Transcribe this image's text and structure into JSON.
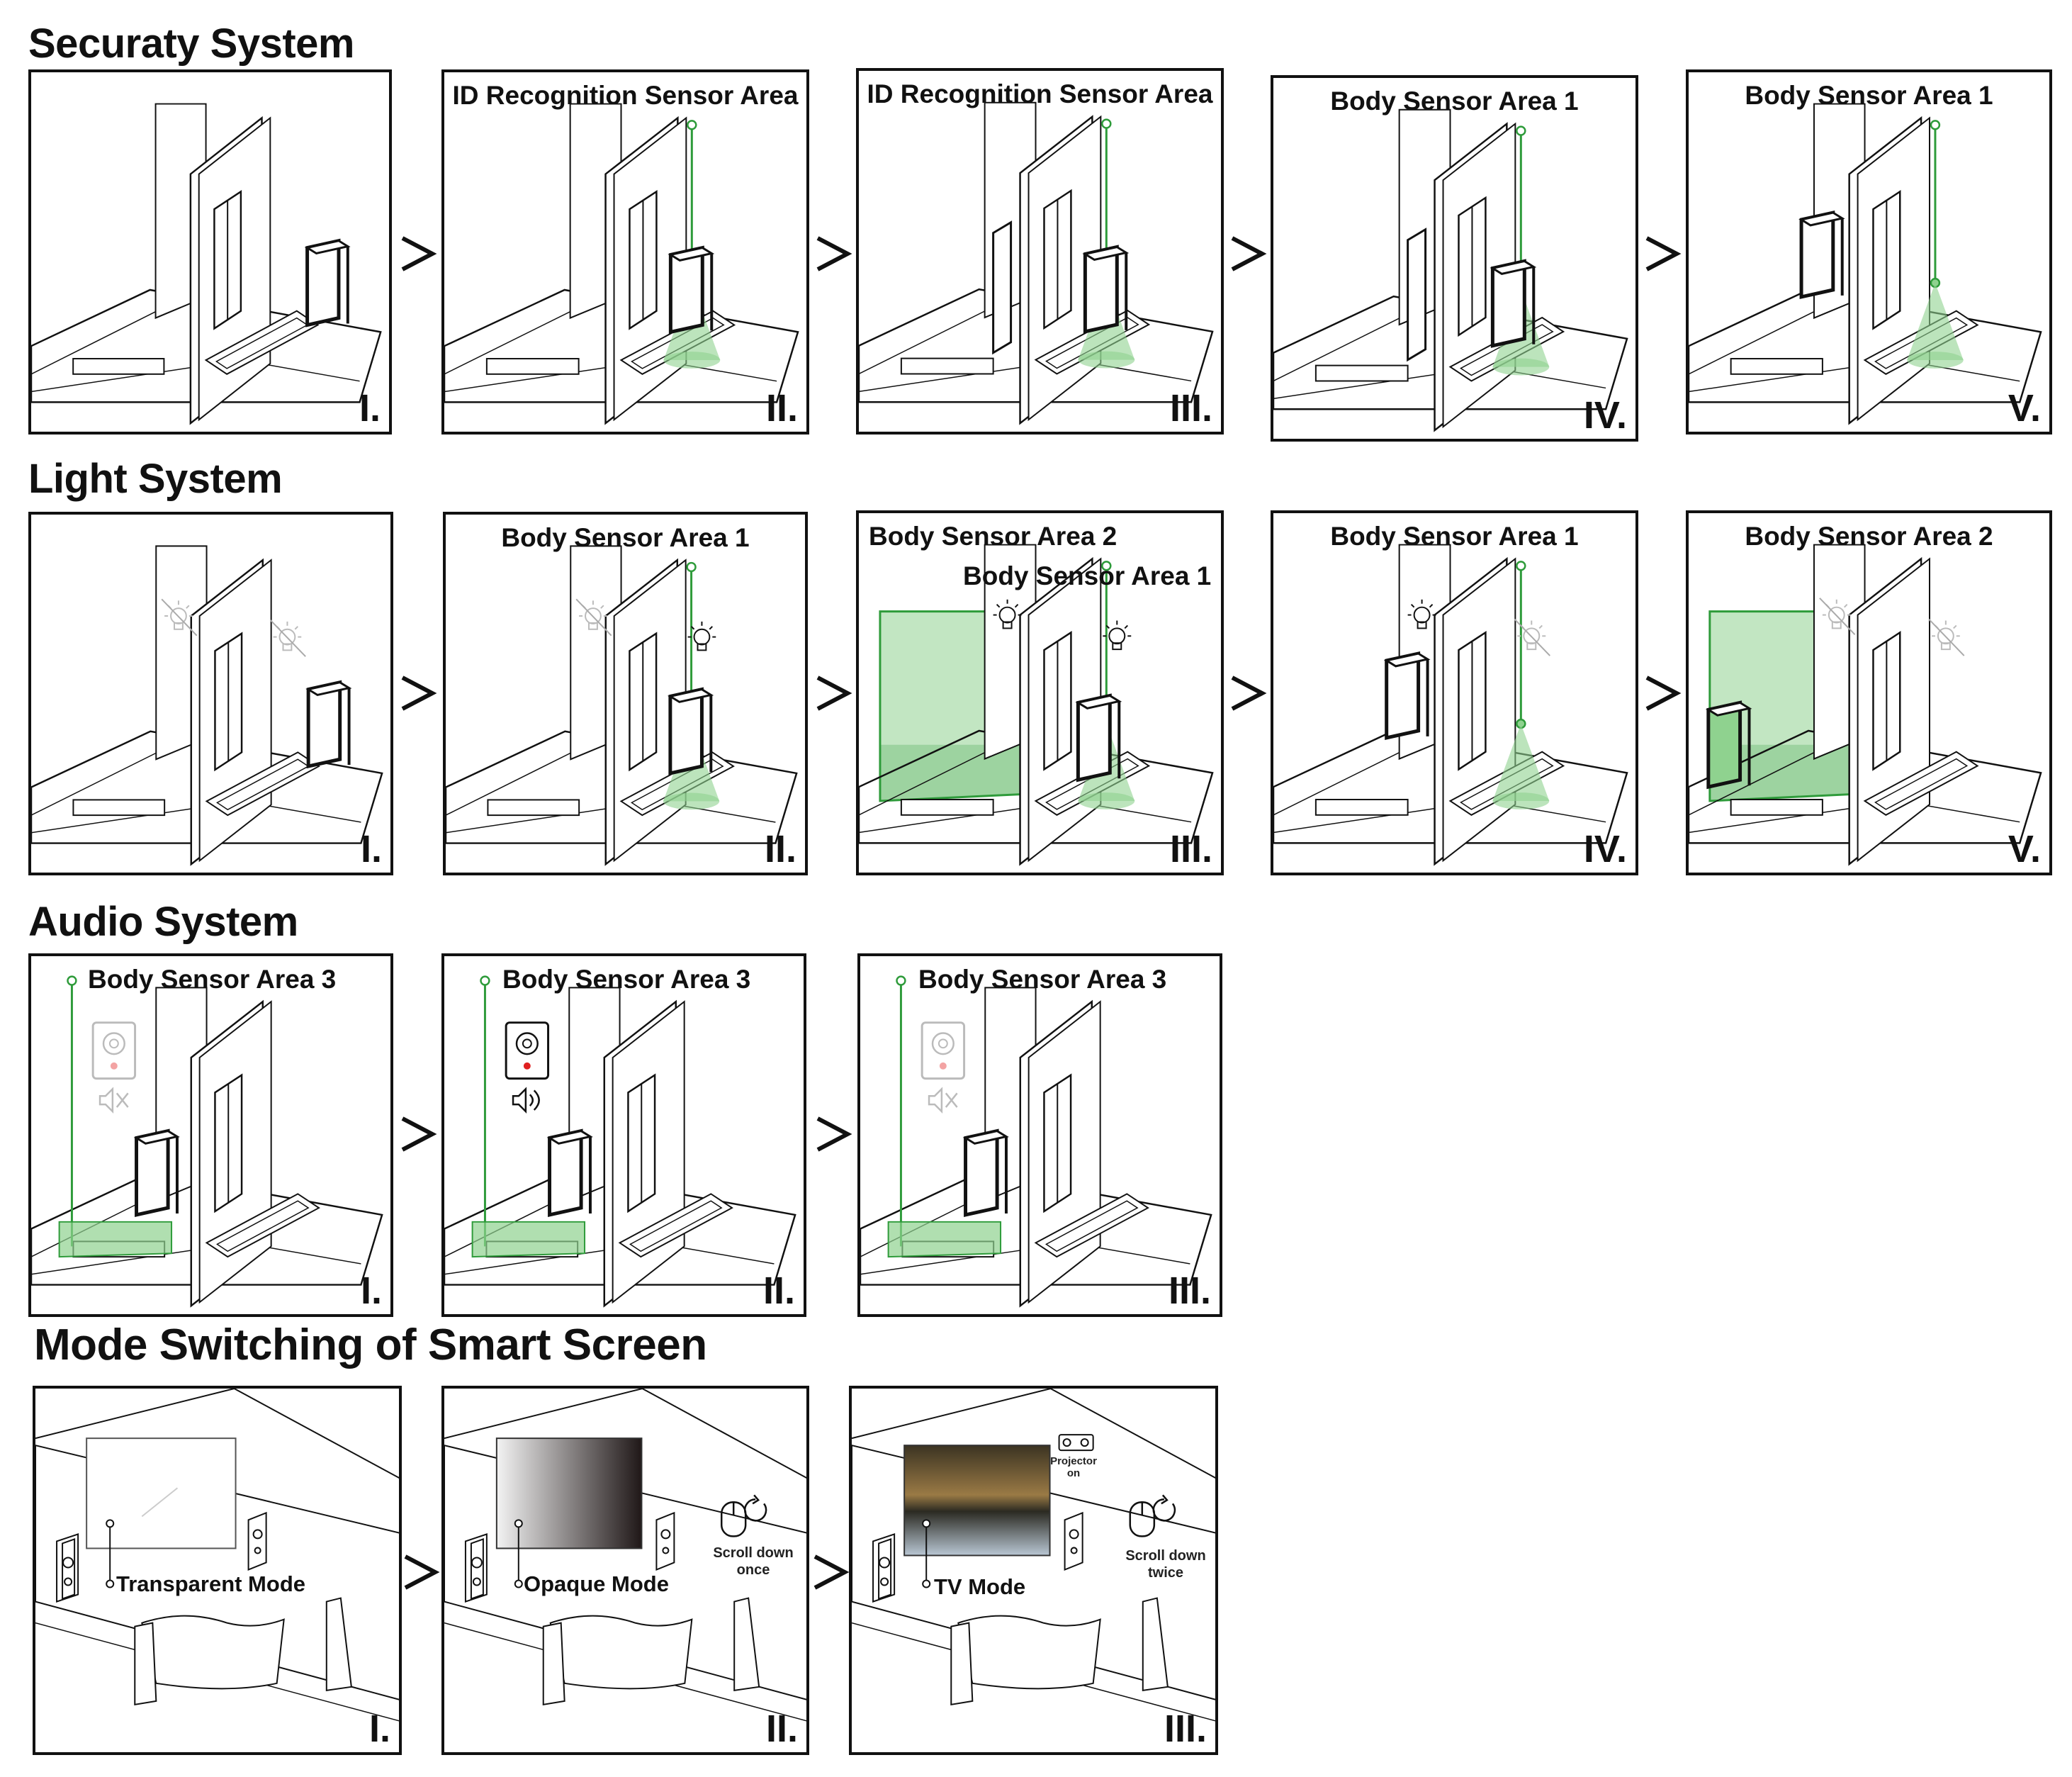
{
  "sections": [
    {
      "id": "security",
      "title": "Securaty System",
      "panels": [
        {
          "label": "",
          "numeral": "I."
        },
        {
          "label": "ID Recognition Sensor Area",
          "numeral": "II."
        },
        {
          "label": "ID Recognition Sensor Area",
          "numeral": "III."
        },
        {
          "label": "Body Sensor Area 1",
          "numeral": "IV."
        },
        {
          "label": "Body Sensor Area 1",
          "numeral": "V."
        }
      ]
    },
    {
      "id": "light",
      "title": "Light System",
      "panels": [
        {
          "label": "",
          "numeral": "I."
        },
        {
          "label": "Body Sensor Area 1",
          "numeral": "II."
        },
        {
          "label": "Body Sensor Area 2",
          "label2": "Body Sensor Area 1",
          "numeral": "III."
        },
        {
          "label": "Body Sensor Area 1",
          "numeral": "IV."
        },
        {
          "label": "Body Sensor Area 2",
          "numeral": "V."
        }
      ]
    },
    {
      "id": "audio",
      "title": "Audio System",
      "panels": [
        {
          "label": "Body Sensor Area 3",
          "numeral": "I."
        },
        {
          "label": "Body Sensor Area 3",
          "numeral": "II."
        },
        {
          "label": "Body Sensor Area 3",
          "numeral": "III."
        }
      ]
    },
    {
      "id": "screen",
      "title": "Mode Switching of Smart Screen",
      "panels": [
        {
          "mode": "Transparent Mode",
          "numeral": "I."
        },
        {
          "mode": "Opaque Mode",
          "hint": "Scroll down once",
          "numeral": "II."
        },
        {
          "mode": "TV Mode",
          "hint": "Scroll down twice",
          "projector": "Projector on",
          "numeral": "III."
        }
      ]
    }
  ],
  "colors": {
    "sensor_green": "#2e9b3a",
    "area_fill": "#8fd28f",
    "line": "#111111"
  },
  "icons": [
    "arrow-right-icon",
    "light-bulb-icon",
    "speaker-icon",
    "mute-icon",
    "volume-icon",
    "mouse-icon",
    "refresh-icon",
    "projector-icon"
  ]
}
